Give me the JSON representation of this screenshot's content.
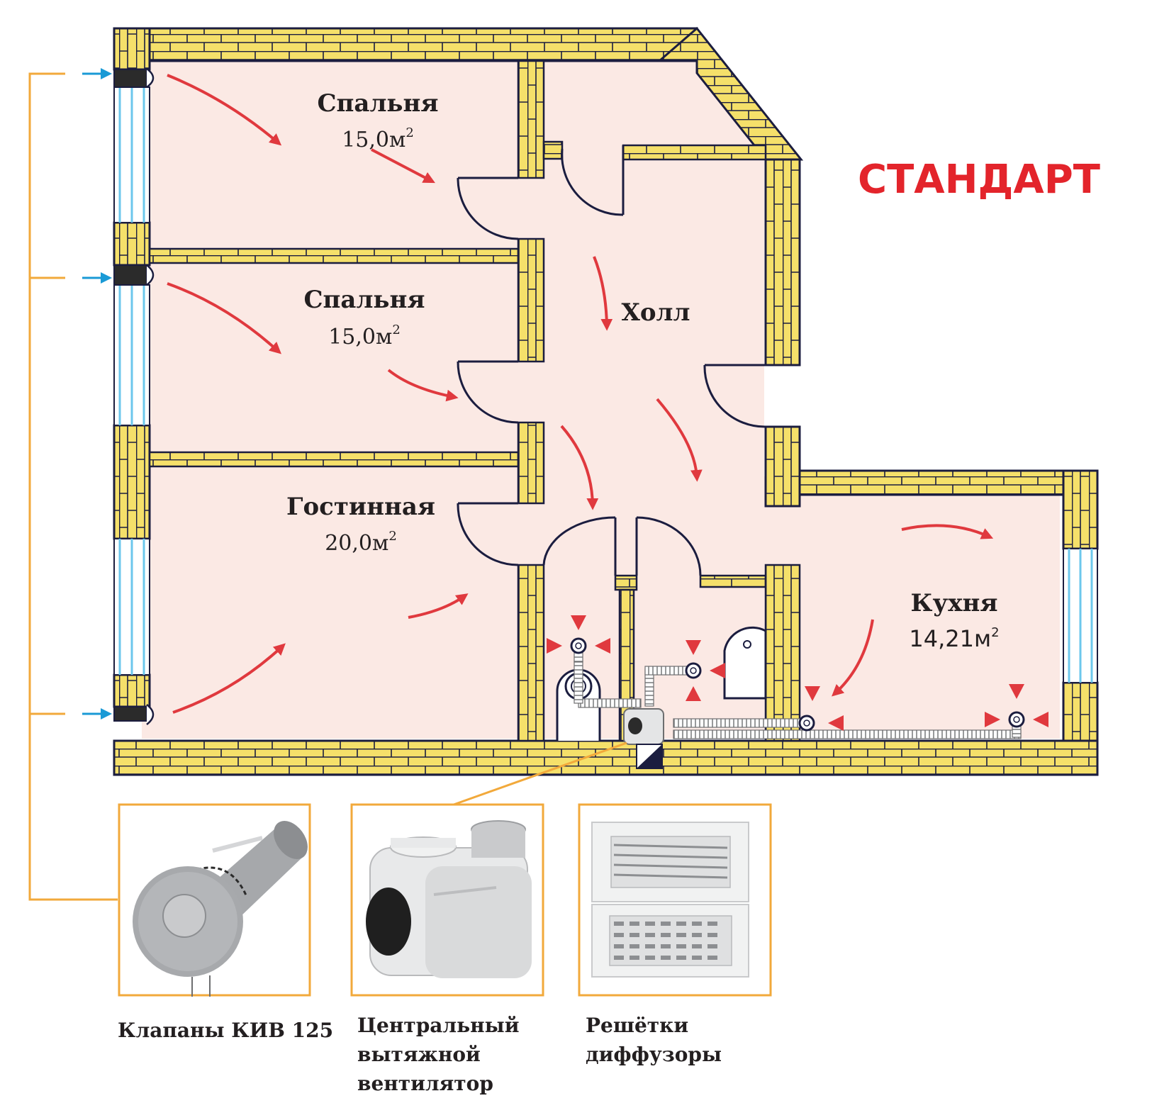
{
  "title": "СТАНДАРТ",
  "rooms": [
    {
      "name": "Спальня",
      "area": "15,0м",
      "area_sup": "2"
    },
    {
      "name": "Спальня",
      "area": "15,0м",
      "area_sup": "2"
    },
    {
      "name": "Гостинная",
      "area": "20,0м",
      "area_sup": "2"
    },
    {
      "name": "Холл"
    },
    {
      "name": "Кухня",
      "area": "14,21м",
      "area_sup": "2"
    }
  ],
  "products": [
    {
      "caption": "Клапаны КИВ 125",
      "image_icon": "inlet-valve-kiv125-icon"
    },
    {
      "caption": "Центральный\nвытяжной\nвентилятор",
      "image_icon": "central-exhaust-fan-icon"
    },
    {
      "caption": "Решётки\nдиффузоры",
      "image_icon": "diffuser-grilles-icon"
    }
  ],
  "colors": {
    "wall_brick": "#f5e06a",
    "wall_outline": "#1b1d3f",
    "floor": "#fbe9e4",
    "airflow_arrow": "#e0393e",
    "leader_line": "#f2a93b",
    "inlet_arrow": "#1a9ad6",
    "window_glass": "#6cc7ec",
    "accent_title": "#e3242b"
  }
}
